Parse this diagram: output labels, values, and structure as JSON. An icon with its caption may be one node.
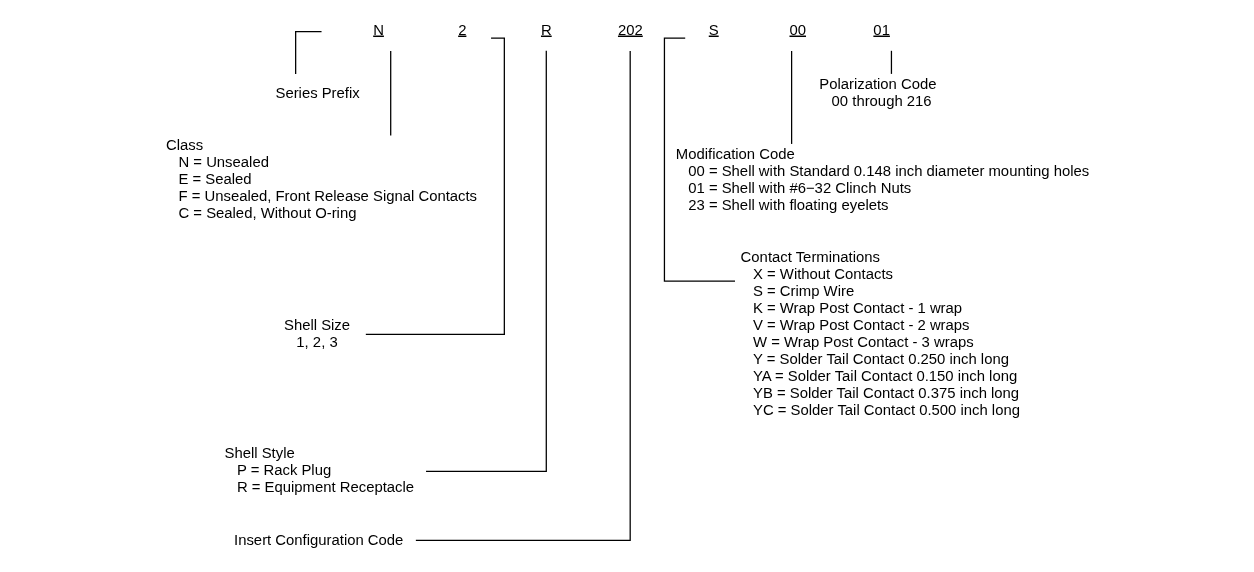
{
  "diagram": {
    "nodes": [
      {
        "text": [
          "N"
        ]
      },
      {
        "text": [
          "2"
        ]
      },
      {
        "text": [
          "R"
        ]
      },
      {
        "text": [
          "202"
        ]
      },
      {
        "text": [
          "S"
        ]
      },
      {
        "text": [
          "00"
        ]
      },
      {
        "text": [
          "01"
        ]
      },
      {
        "text": [
          "Series Prefix"
        ]
      },
      {
        "text": [
          "Class",
          "N = Unsealed",
          "E = Sealed",
          "F = Unsealed, Front Release Signal Contacts",
          "C = Sealed, Without O-ring"
        ]
      },
      {
        "text": [
          "Shell Size",
          "1, 2, 3"
        ]
      },
      {
        "text": [
          "Shell Style",
          "P = Rack Plug",
          "R = Equipment Receptacle"
        ]
      },
      {
        "text": [
          "Insert Configuration Code"
        ]
      },
      {
        "text": [
          "Polarization Code",
          "00 through 216"
        ]
      },
      {
        "text": [
          "Modification Code",
          "00 = Shell with Standard 0.148 inch diameter mounting holes",
          "01 = Shell with #6−32 Clinch Nuts",
          "23 = Shell with floating eyelets"
        ]
      },
      {
        "text": [
          "Contact Terminations",
          "X = Without Contacts",
          "S = Crimp Wire",
          "K = Wrap Post Contact - 1 wrap",
          "V = Wrap Post Contact - 2 wraps",
          "W = Wrap Post Contact - 3 wraps",
          "Y = Solder Tail Contact 0.250 inch long",
          "YA = Solder Tail Contact 0.150 inch long",
          "YB = Solder Tail Contact 0.375 inch long",
          "YC = Solder Tail Contact 0.500 inch long"
        ]
      }
    ],
    "edges": [
      {
        "from": null,
        "to": 7,
        "arrow": "none"
      },
      {
        "from": 0,
        "to": 8,
        "arrow": "none"
      },
      {
        "from": 1,
        "to": 9,
        "arrow": "none"
      },
      {
        "from": 2,
        "to": 10,
        "arrow": "none"
      },
      {
        "from": 3,
        "to": 11,
        "arrow": "none"
      },
      {
        "from": 6,
        "to": 12,
        "arrow": "none"
      },
      {
        "from": 5,
        "to": 13,
        "arrow": "none"
      },
      {
        "from": 4,
        "to": 14,
        "arrow": "none"
      }
    ]
  }
}
